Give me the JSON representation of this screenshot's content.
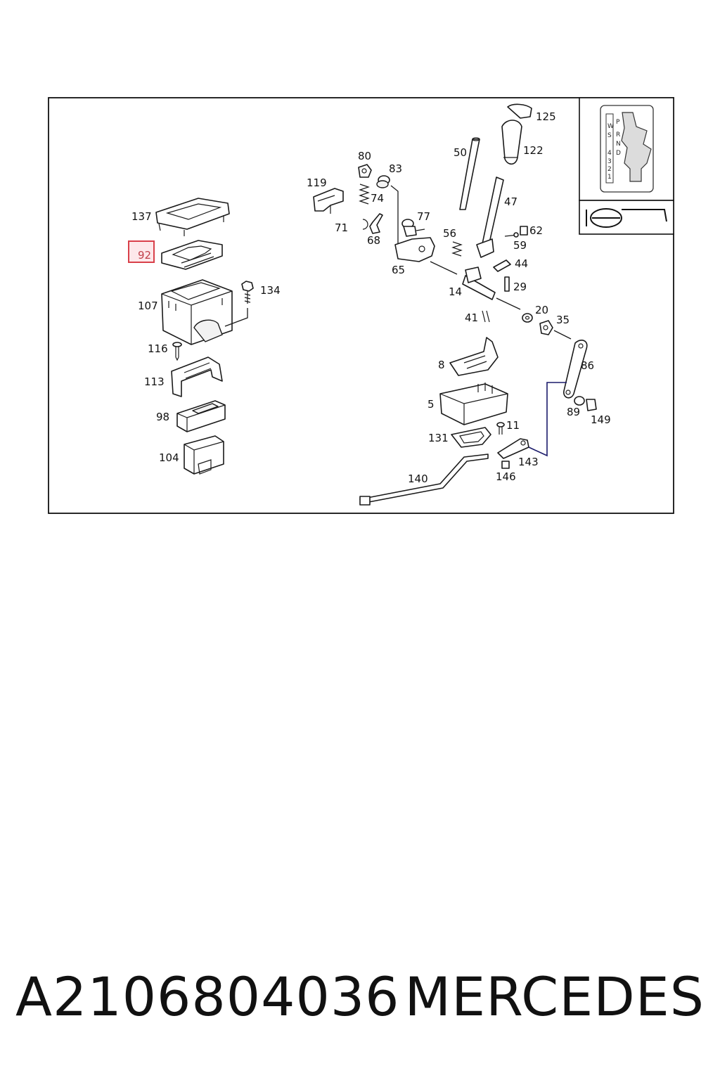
{
  "diagram": {
    "callouts": [
      {
        "id": "137",
        "label": "137"
      },
      {
        "id": "92",
        "label": "92",
        "highlighted": true
      },
      {
        "id": "107",
        "label": "107"
      },
      {
        "id": "134",
        "label": "134"
      },
      {
        "id": "116",
        "label": "116"
      },
      {
        "id": "113",
        "label": "113"
      },
      {
        "id": "98",
        "label": "98"
      },
      {
        "id": "104",
        "label": "104"
      },
      {
        "id": "119",
        "label": "119"
      },
      {
        "id": "80",
        "label": "80"
      },
      {
        "id": "83",
        "label": "83"
      },
      {
        "id": "74",
        "label": "74"
      },
      {
        "id": "71",
        "label": "71"
      },
      {
        "id": "68",
        "label": "68"
      },
      {
        "id": "77",
        "label": "77"
      },
      {
        "id": "65",
        "label": "65"
      },
      {
        "id": "56",
        "label": "56"
      },
      {
        "id": "50",
        "label": "50"
      },
      {
        "id": "125",
        "label": "125"
      },
      {
        "id": "122",
        "label": "122"
      },
      {
        "id": "47",
        "label": "47"
      },
      {
        "id": "62",
        "label": "62"
      },
      {
        "id": "59",
        "label": "59"
      },
      {
        "id": "44",
        "label": "44"
      },
      {
        "id": "29",
        "label": "29"
      },
      {
        "id": "14",
        "label": "14"
      },
      {
        "id": "41",
        "label": "41"
      },
      {
        "id": "20",
        "label": "20"
      },
      {
        "id": "35",
        "label": "35"
      },
      {
        "id": "86",
        "label": "86"
      },
      {
        "id": "8",
        "label": "8"
      },
      {
        "id": "5",
        "label": "5"
      },
      {
        "id": "89",
        "label": "89"
      },
      {
        "id": "149",
        "label": "149"
      },
      {
        "id": "131",
        "label": "131"
      },
      {
        "id": "11",
        "label": "11"
      },
      {
        "id": "143",
        "label": "143"
      },
      {
        "id": "146",
        "label": "146"
      },
      {
        "id": "140",
        "label": "140"
      }
    ],
    "shift_gate": [
      "P",
      "R",
      "N",
      "D",
      "4",
      "3",
      "2",
      "1"
    ],
    "shift_gate_side": [
      "W",
      "S"
    ],
    "highlight_color": "#d9404a"
  },
  "footer": {
    "part_number": "A2106804036",
    "brand": "MERCEDES"
  }
}
